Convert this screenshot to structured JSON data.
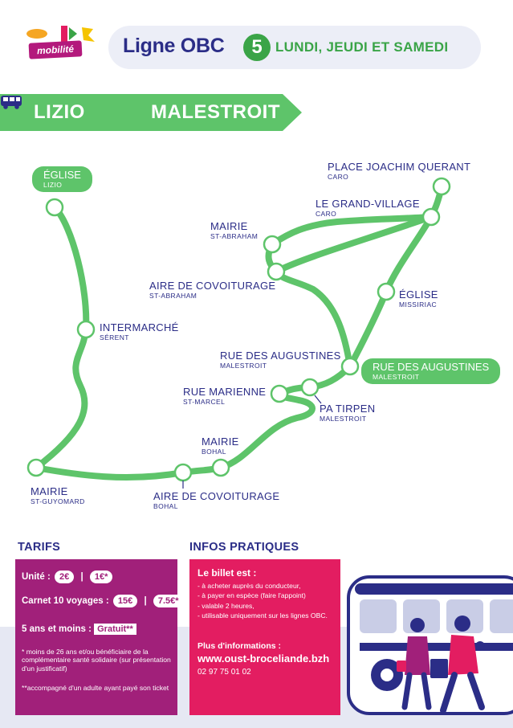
{
  "header": {
    "logo_text": "mobilité",
    "line_title": "Ligne OBC",
    "line_number": "5",
    "days": "LUNDI, JEUDI ET SAMEDI"
  },
  "route": {
    "from": "LIZIO",
    "to": "MALESTROIT"
  },
  "stops": {
    "eglise_lizio": {
      "name": "ÉGLISE",
      "town": "LIZIO"
    },
    "intermarche": {
      "name": "INTERMARCHÉ",
      "town": "SÉRENT"
    },
    "mairie_stguyomard": {
      "name": "MAIRIE",
      "town": "ST-GUYOMARD"
    },
    "aire_bohal": {
      "name": "AIRE DE COVOITURAGE",
      "town": "BOHAL"
    },
    "mairie_bohal": {
      "name": "MAIRIE",
      "town": "BOHAL"
    },
    "rue_marienne": {
      "name": "RUE MARIENNE",
      "town": "ST-MARCEL"
    },
    "pa_tirpen": {
      "name": "PA TIRPEN",
      "town": "MALESTROIT"
    },
    "rue_augustines_left": {
      "name": "RUE DES AUGUSTINES",
      "town": "MALESTROIT"
    },
    "rue_augustines_term": {
      "name": "RUE DES AUGUSTINES",
      "town": "MALESTROIT"
    },
    "aire_stabraham": {
      "name": "AIRE DE COVOITURAGE",
      "town": "ST-ABRAHAM"
    },
    "mairie_stabraham": {
      "name": "MAIRIE",
      "town": "ST-ABRAHAM"
    },
    "eglise_missiriac": {
      "name": "ÉGLISE",
      "town": "MISSIRIAC"
    },
    "grand_village": {
      "name": "LE GRAND-VILLAGE",
      "town": "CARO"
    },
    "place_joachim": {
      "name": "PLACE JOACHIM QUERANT",
      "town": "CARO"
    }
  },
  "tarifs": {
    "title": "TARIFS",
    "unite_label": "Unité :",
    "unite_price1": "2€",
    "unite_price2": "1€*",
    "carnet_label": "Carnet 10 voyages :",
    "carnet_price1": "15€",
    "carnet_price2": "7.5€*",
    "moins5_label": "5 ans et moins :",
    "moins5_price": "Gratuit**",
    "note1": "* moins de 26 ans et/ou bénéficiaire de la complémentaire santé solidaire (sur présentation d'un justificatif)",
    "note2": "**accompagné d'un adulte ayant payé son ticket"
  },
  "infos": {
    "title": "INFOS PRATIQUES",
    "head": "Le billet est :",
    "items": [
      "à acheter auprès du conducteur,",
      "à payer en espèce (faire l'appoint)",
      "valable 2 heures,",
      "utilisable uniquement sur les lignes OBC."
    ],
    "more": "Plus d'informations :",
    "url": "www.oust-broceliande.bzh",
    "tel": "02 97 75 01 02"
  },
  "colors": {
    "navy": "#2b2d87",
    "green": "#3aa447",
    "route_green": "#5ec46a",
    "magenta": "#a1207a",
    "pink": "#e31d61"
  }
}
